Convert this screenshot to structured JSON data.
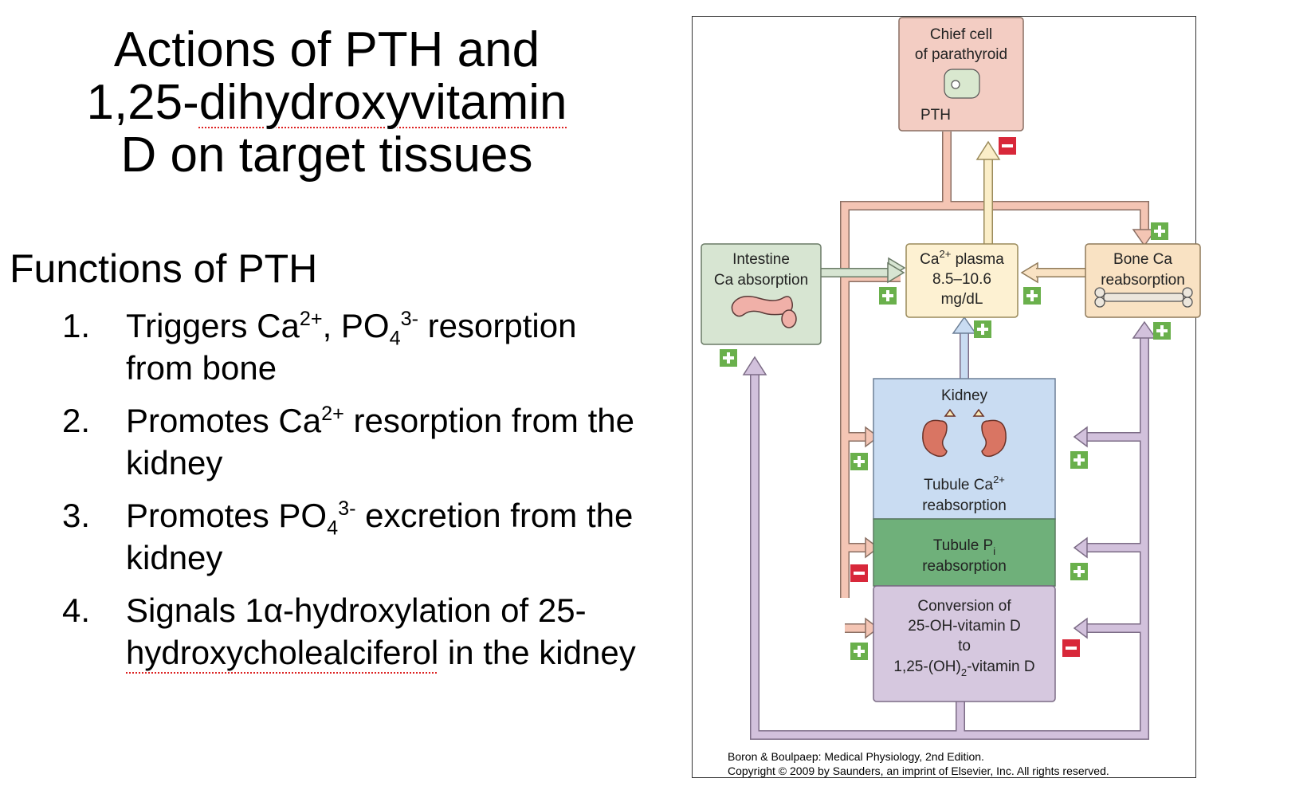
{
  "slide": {
    "title_line1": "Actions of PTH and",
    "title_line2_pre": "1,25-",
    "title_line2_word": "dihydroxyvitamin",
    "title_line3": "D on target tissues",
    "functions_heading": "Functions of PTH",
    "functions": [
      {
        "num": "1.",
        "text_html": "Triggers Ca<sup>2+</sup>, PO<sub>4</sub><sup>3-</sup> resorption from bone"
      },
      {
        "num": "2.",
        "text_html": "Promotes Ca<sup>2+</sup> resorption from the kidney"
      },
      {
        "num": "3.",
        "text_html": "Promotes PO<sub>4</sub><sup>3-</sup> excretion from the kidney"
      },
      {
        "num": "4.",
        "text_html": "Signals 1α-hydroxylation of 25-<span class=\"squiggle\">hydroxycholealciferol</span> in the kidney"
      }
    ]
  },
  "diagram": {
    "chief_cell_line1": "Chief cell",
    "chief_cell_line2": "of parathyroid",
    "pth_label": "PTH",
    "intestine_line1": "Intestine",
    "intestine_line2": "Ca absorption",
    "plasma_ca": "Ca",
    "plasma_sup": "2+",
    "plasma_line1_rest": " plasma",
    "plasma_line2": "8.5–10.6",
    "plasma_line3": "mg/dL",
    "bone_line1": "Bone Ca",
    "bone_line2": "reabsorption",
    "kidney_label": "Kidney",
    "tubule_ca_line1": "Tubule Ca",
    "tubule_ca_sup": "2+",
    "tubule_ca_line2": "reabsorption",
    "tubule_p_line1": "Tubule P",
    "tubule_p_sub": "i",
    "tubule_p_line2": "reabsorption",
    "conv_line1": "Conversion of",
    "conv_line2": "25-OH-vitamin D",
    "conv_line3": "to",
    "conv_line4_pre": "1,25-(OH)",
    "conv_line4_sub": "2",
    "conv_line4_post": "-vitamin D",
    "credit_line1": "Boron & Boulpaep: Medical Physiology, 2nd Edition.",
    "credit_line2": "Copyright © 2009 by Saunders, an imprint of Elsevier, Inc. All rights reserved.",
    "colors": {
      "pth_box": "#f3cdc3",
      "pth_arrow": "#f4c5b4",
      "intestine_box": "#d7e5d2",
      "plasma_box": "#fdf1d2",
      "bone_box": "#f9e2c3",
      "kidney_blue": "#c9dcf2",
      "kidney_green": "#6fb07a",
      "kidney_purple": "#d6c8df",
      "vitd_arrow": "#d2c1dc",
      "plus_green": "#6ab04c",
      "minus_red": "#d8283a"
    }
  }
}
